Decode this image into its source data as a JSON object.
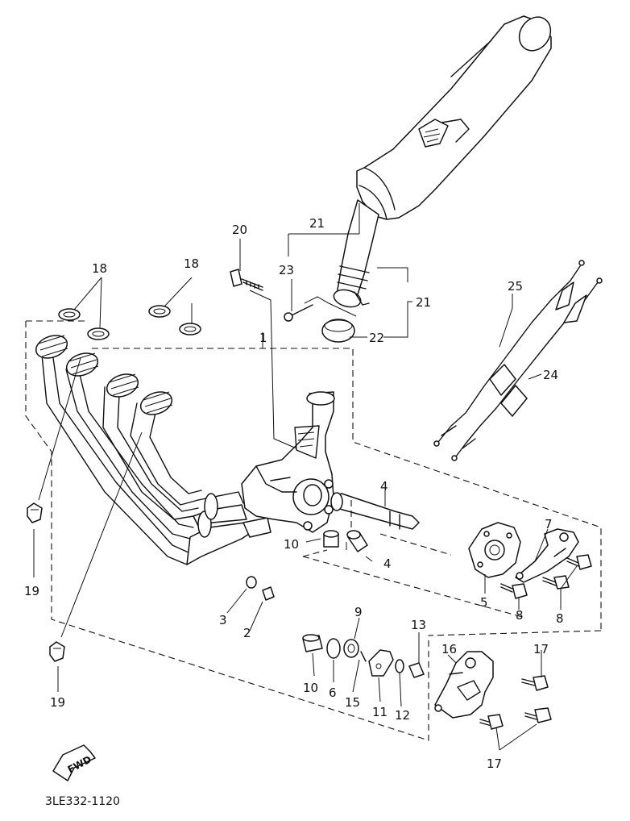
{
  "callouts": {
    "n1": "1",
    "n2": "2",
    "n3": "3",
    "n4a": "4",
    "n4b": "4",
    "n5": "5",
    "n6": "6",
    "n7": "7",
    "n8a": "8",
    "n8b": "8",
    "n9": "9",
    "n10a": "10",
    "n10b": "10",
    "n11": "11",
    "n12": "12",
    "n13": "13",
    "n15": "15",
    "n16": "16",
    "n17a": "17",
    "n17b": "17",
    "n18a": "18",
    "n18b": "18",
    "n19a": "19",
    "n19b": "19",
    "n20": "20",
    "n21a": "21",
    "n21b": "21",
    "n22": "22",
    "n23": "23",
    "n24": "24",
    "n25": "25"
  },
  "fwd_badge": "FWD",
  "diagram_code": "3LE332-1120"
}
